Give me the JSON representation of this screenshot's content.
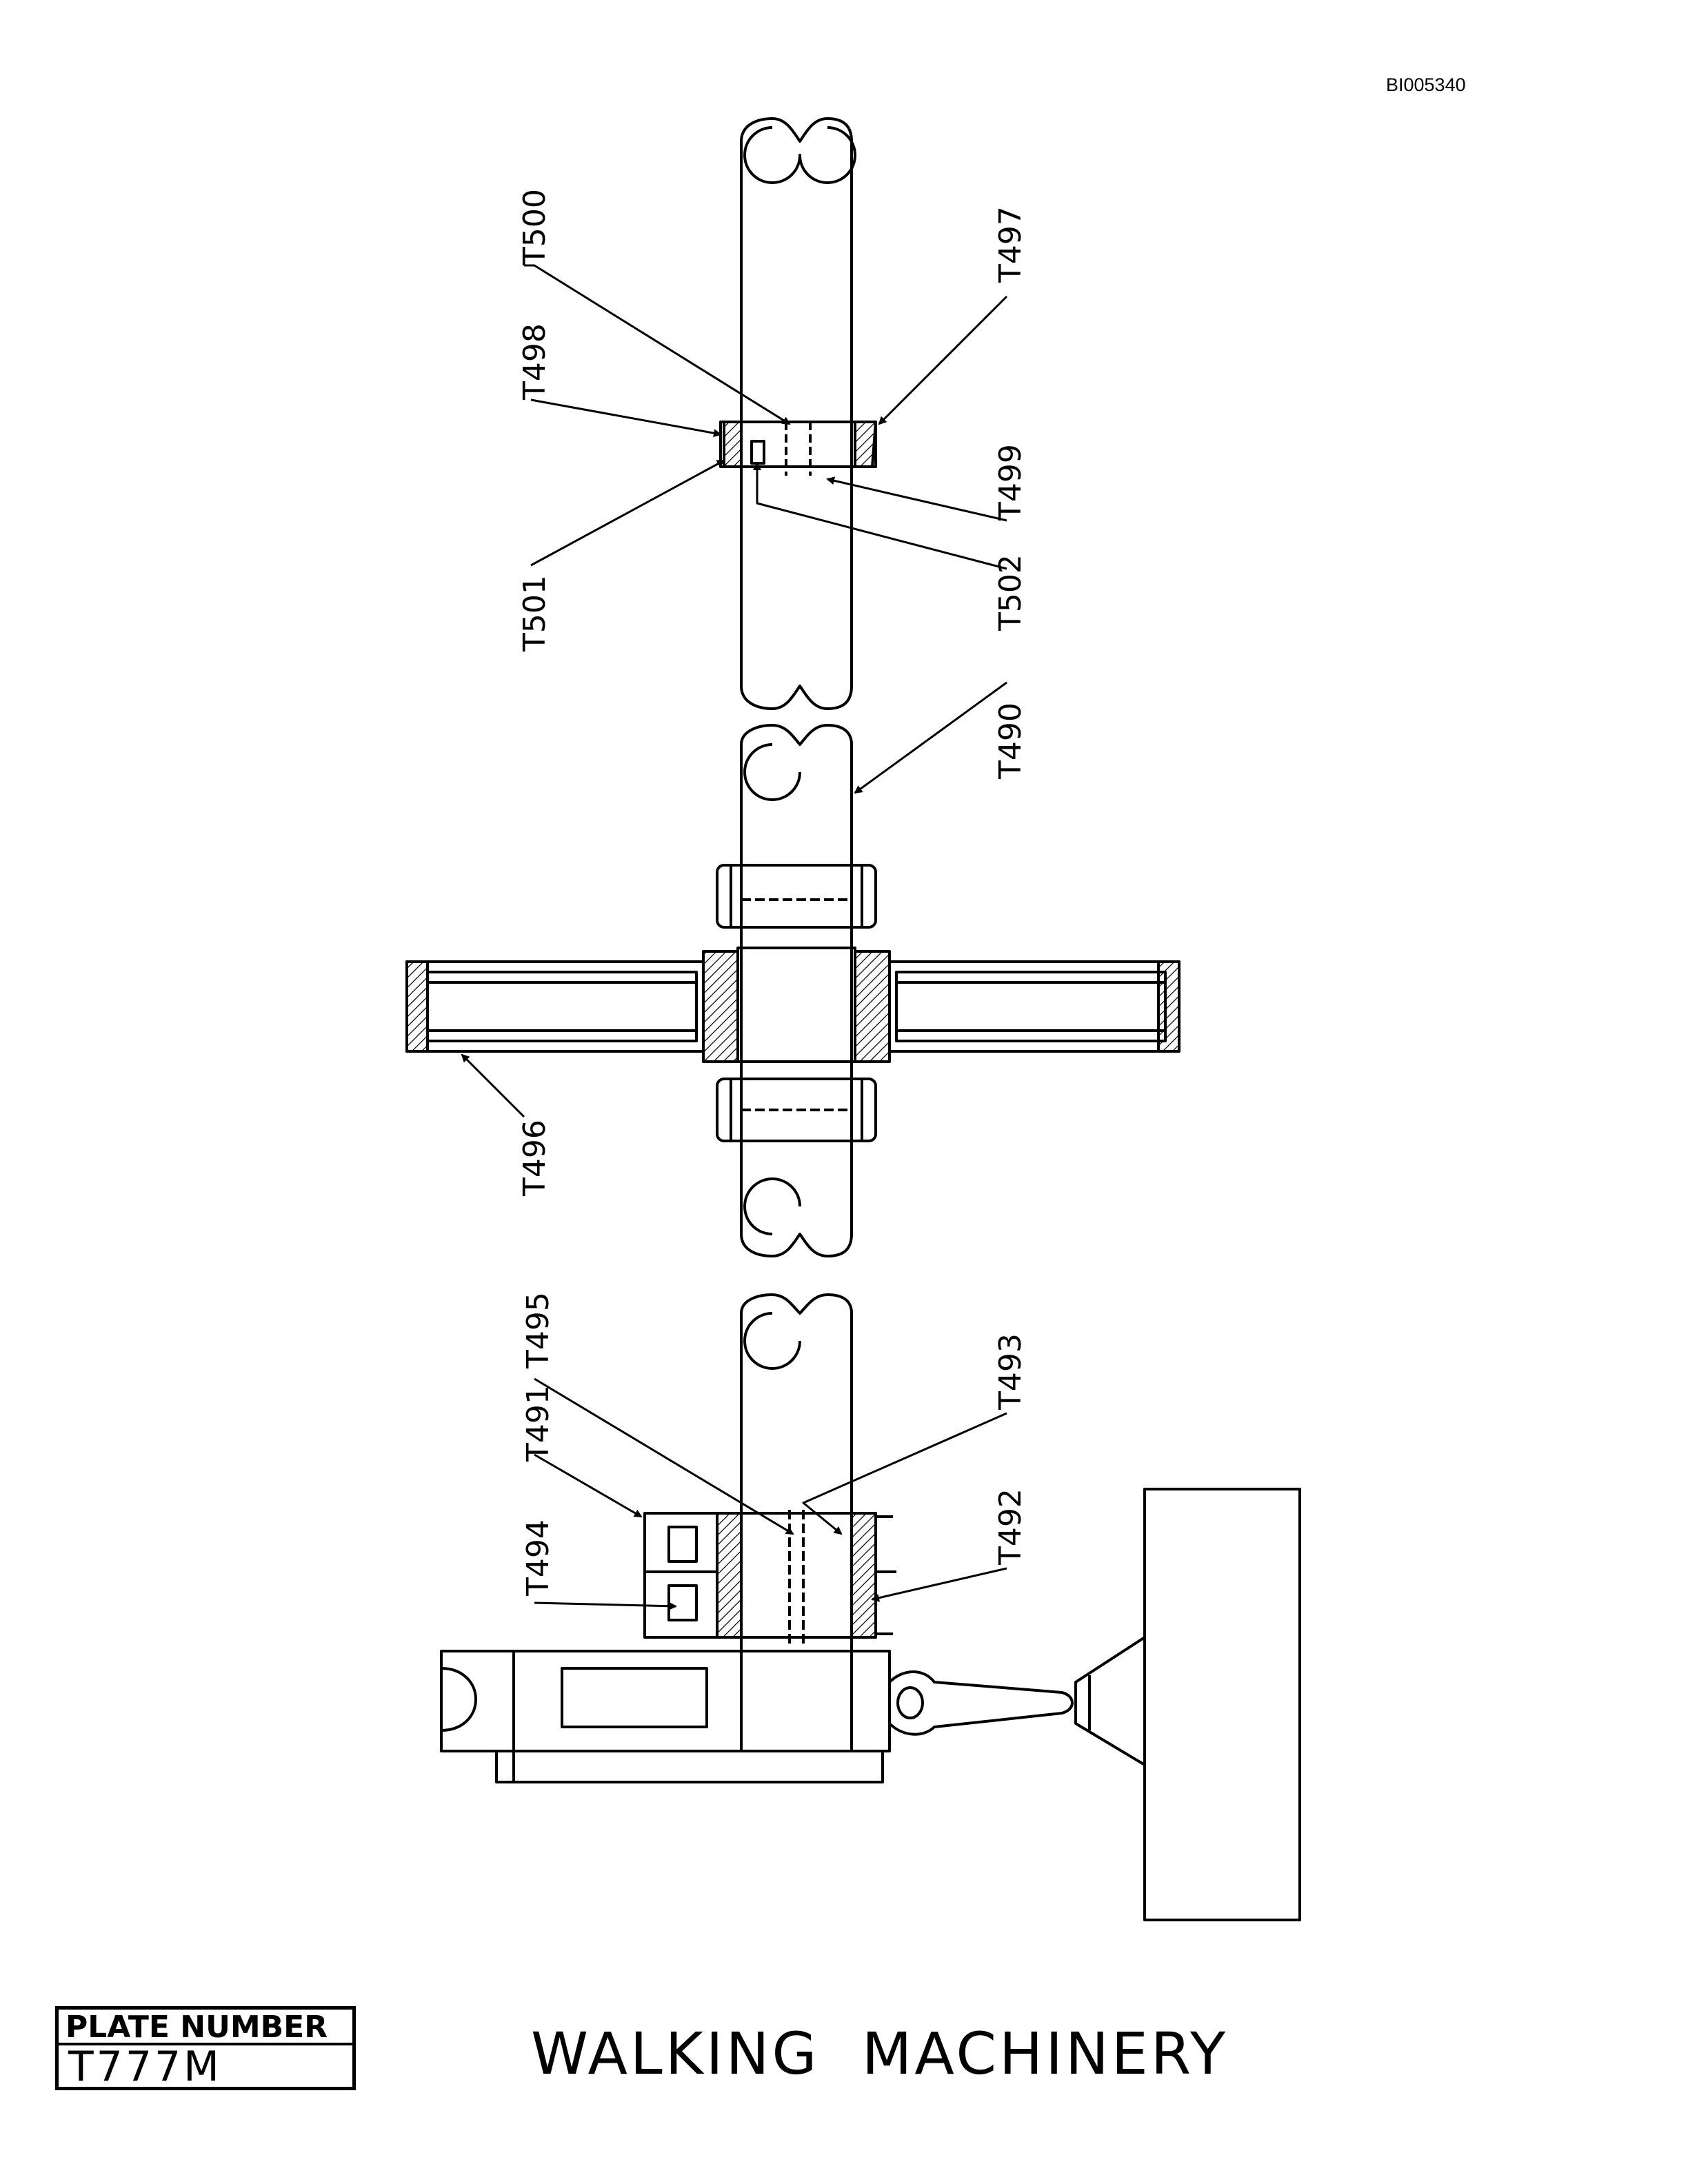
{
  "doc_id": "BI005340",
  "plate": {
    "label": "PLATE NUMBER",
    "number": "T777M"
  },
  "title": "WALKING  MACHINERY",
  "callouts": {
    "t500": "T500",
    "t498": "T498",
    "t497": "T497",
    "t499": "T499",
    "t501": "T501",
    "t502": "T502",
    "t490": "T490",
    "t496": "T496",
    "t495": "T495",
    "t491": "T491",
    "t493": "T493",
    "t494": "T494",
    "t492": "T492"
  }
}
